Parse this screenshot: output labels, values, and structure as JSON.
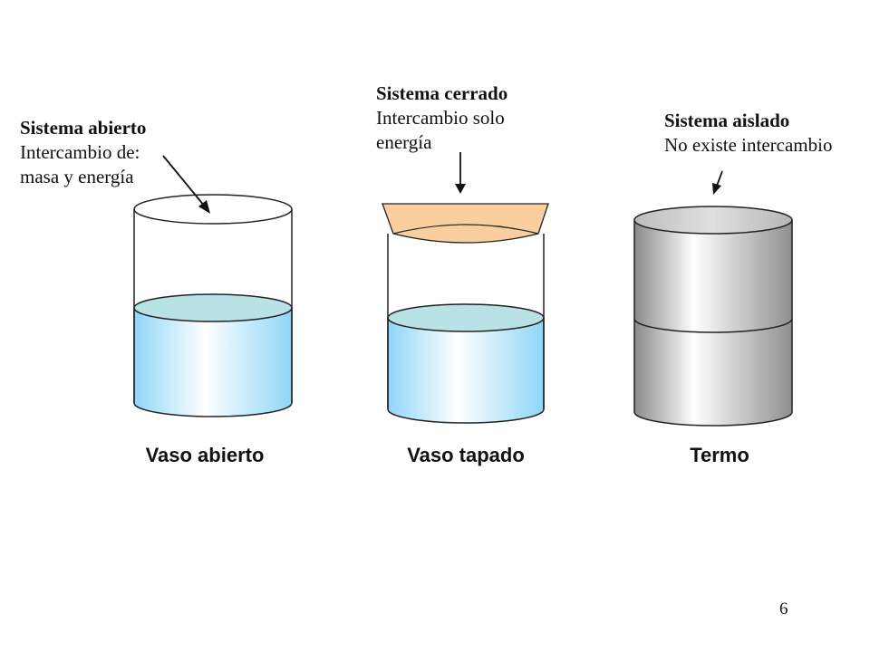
{
  "systems": [
    {
      "id": "open",
      "title": "Sistema abierto",
      "desc_lines": [
        "Intercambio de:",
        "masa y energía"
      ],
      "vessel_label": "Vaso abierto"
    },
    {
      "id": "closed",
      "title": "Sistema cerrado",
      "desc_lines": [
        "Intercambio solo",
        "energía"
      ],
      "vessel_label": "Vaso tapado"
    },
    {
      "id": "isolated",
      "title": "Sistema aislado",
      "desc_lines": [
        "No existe intercambio"
      ],
      "vessel_label": "Termo"
    }
  ],
  "page_number": "6",
  "colors": {
    "water": "#8fd3f4",
    "water_surface": "#b8e2e6",
    "lid": "#f9cfa0",
    "thermos": "#c0c0c0"
  }
}
